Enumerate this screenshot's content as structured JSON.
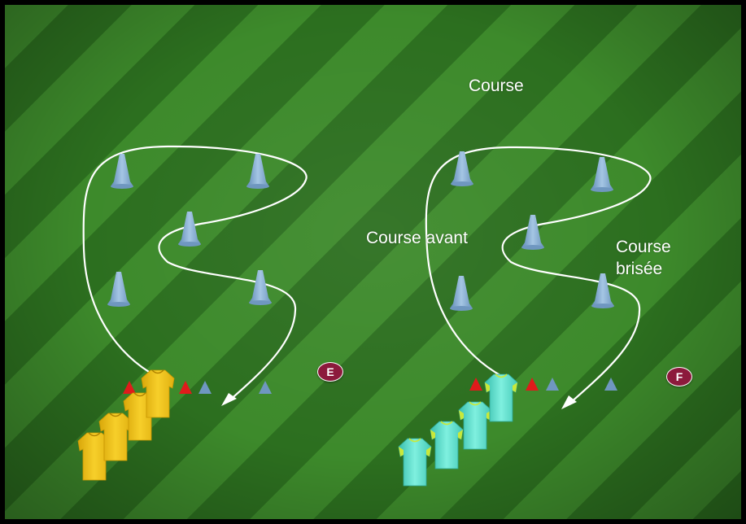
{
  "labels": {
    "course": "Course",
    "course_avant": "Course avant",
    "course_brisee": "Course\nbrisée"
  },
  "markers": {
    "left": "E",
    "right": "F"
  },
  "colors": {
    "field_light": "#3d8a2b",
    "field_dark": "#2c6f1f",
    "cone_blue": "#7fa8cf",
    "cone_red": "#e01b1b",
    "path": "#ffffff",
    "marker": "#8c1a3c",
    "jersey_yellow": "#f2c21a",
    "jersey_cyan": "#5ad9c7"
  },
  "icons": [
    "tall-cone-icon",
    "flat-cone-icon",
    "jersey-icon",
    "arrow-head-icon"
  ]
}
